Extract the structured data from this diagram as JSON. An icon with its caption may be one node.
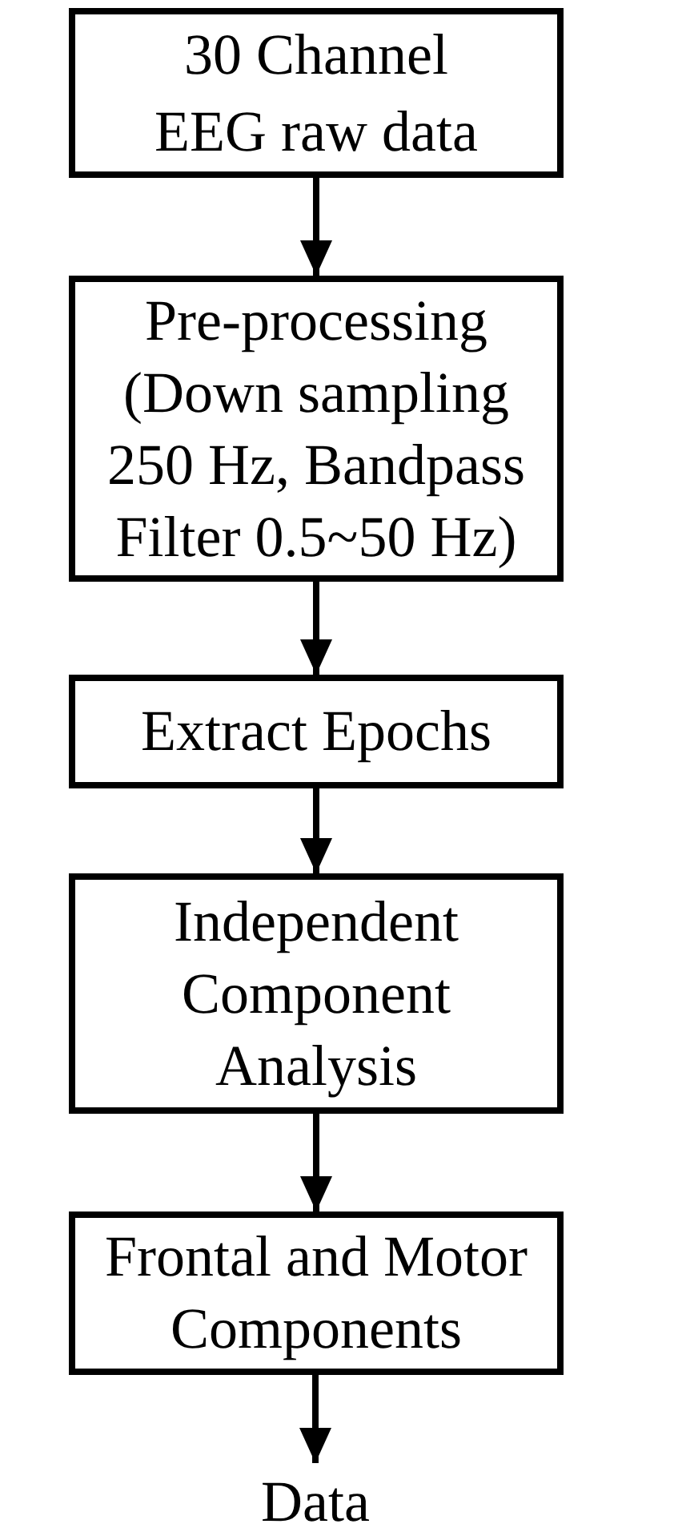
{
  "diagram": {
    "nodes": [
      {
        "text": [
          "30 Channel EEG raw data"
        ]
      },
      {
        "text": [
          "Pre-processing (Down sampling 250 Hz, Bandpass Filter 0.5~50 Hz)"
        ]
      },
      {
        "text": [
          "Extract Epochs"
        ]
      },
      {
        "text": [
          "Independent Component Analysis"
        ]
      },
      {
        "text": [
          "Frontal and Motor Components"
        ]
      },
      {
        "text": [
          "Data"
        ]
      }
    ],
    "edges": [
      {
        "from": 0,
        "to": 1,
        "arrow": "to"
      },
      {
        "from": 1,
        "to": 2,
        "arrow": "to"
      },
      {
        "from": 2,
        "to": 3,
        "arrow": "to"
      },
      {
        "from": 3,
        "to": 4,
        "arrow": "to"
      },
      {
        "from": 4,
        "to": 5,
        "arrow": "to"
      }
    ]
  }
}
